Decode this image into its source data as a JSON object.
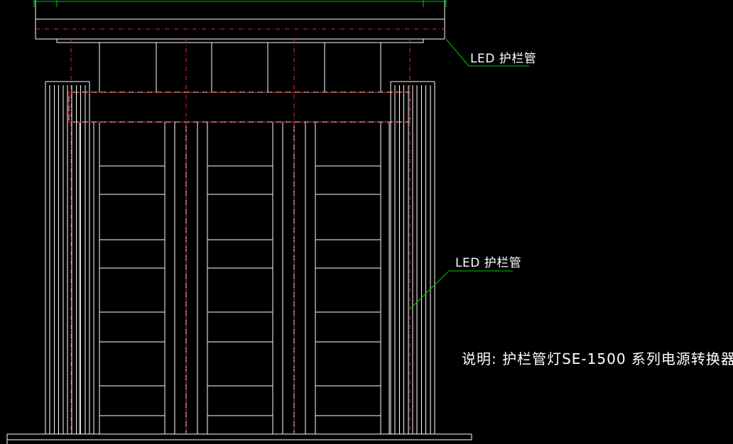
{
  "drawing": {
    "background_color": "#000000",
    "line_color": "#ffffff",
    "hidden_line_color": "#ff2020",
    "leader_color": "#00c800",
    "labels": {
      "led_top": "LED 护栏管",
      "led_mid": "LED 护栏管"
    },
    "note": "说明: 护栏管灯SE-1500 系列电源转换器"
  }
}
